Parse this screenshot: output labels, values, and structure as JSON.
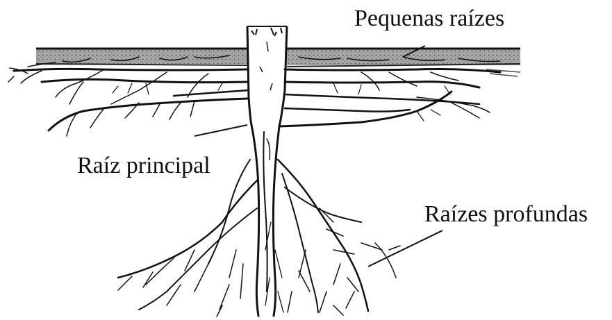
{
  "labels": {
    "small_roots": "Pequenas raízes",
    "main_root": "Raíz principal",
    "deep_roots": "Raízes profundas"
  },
  "colors": {
    "ink": "#111111",
    "soil": "#9a9a9a",
    "background": "#ffffff"
  }
}
